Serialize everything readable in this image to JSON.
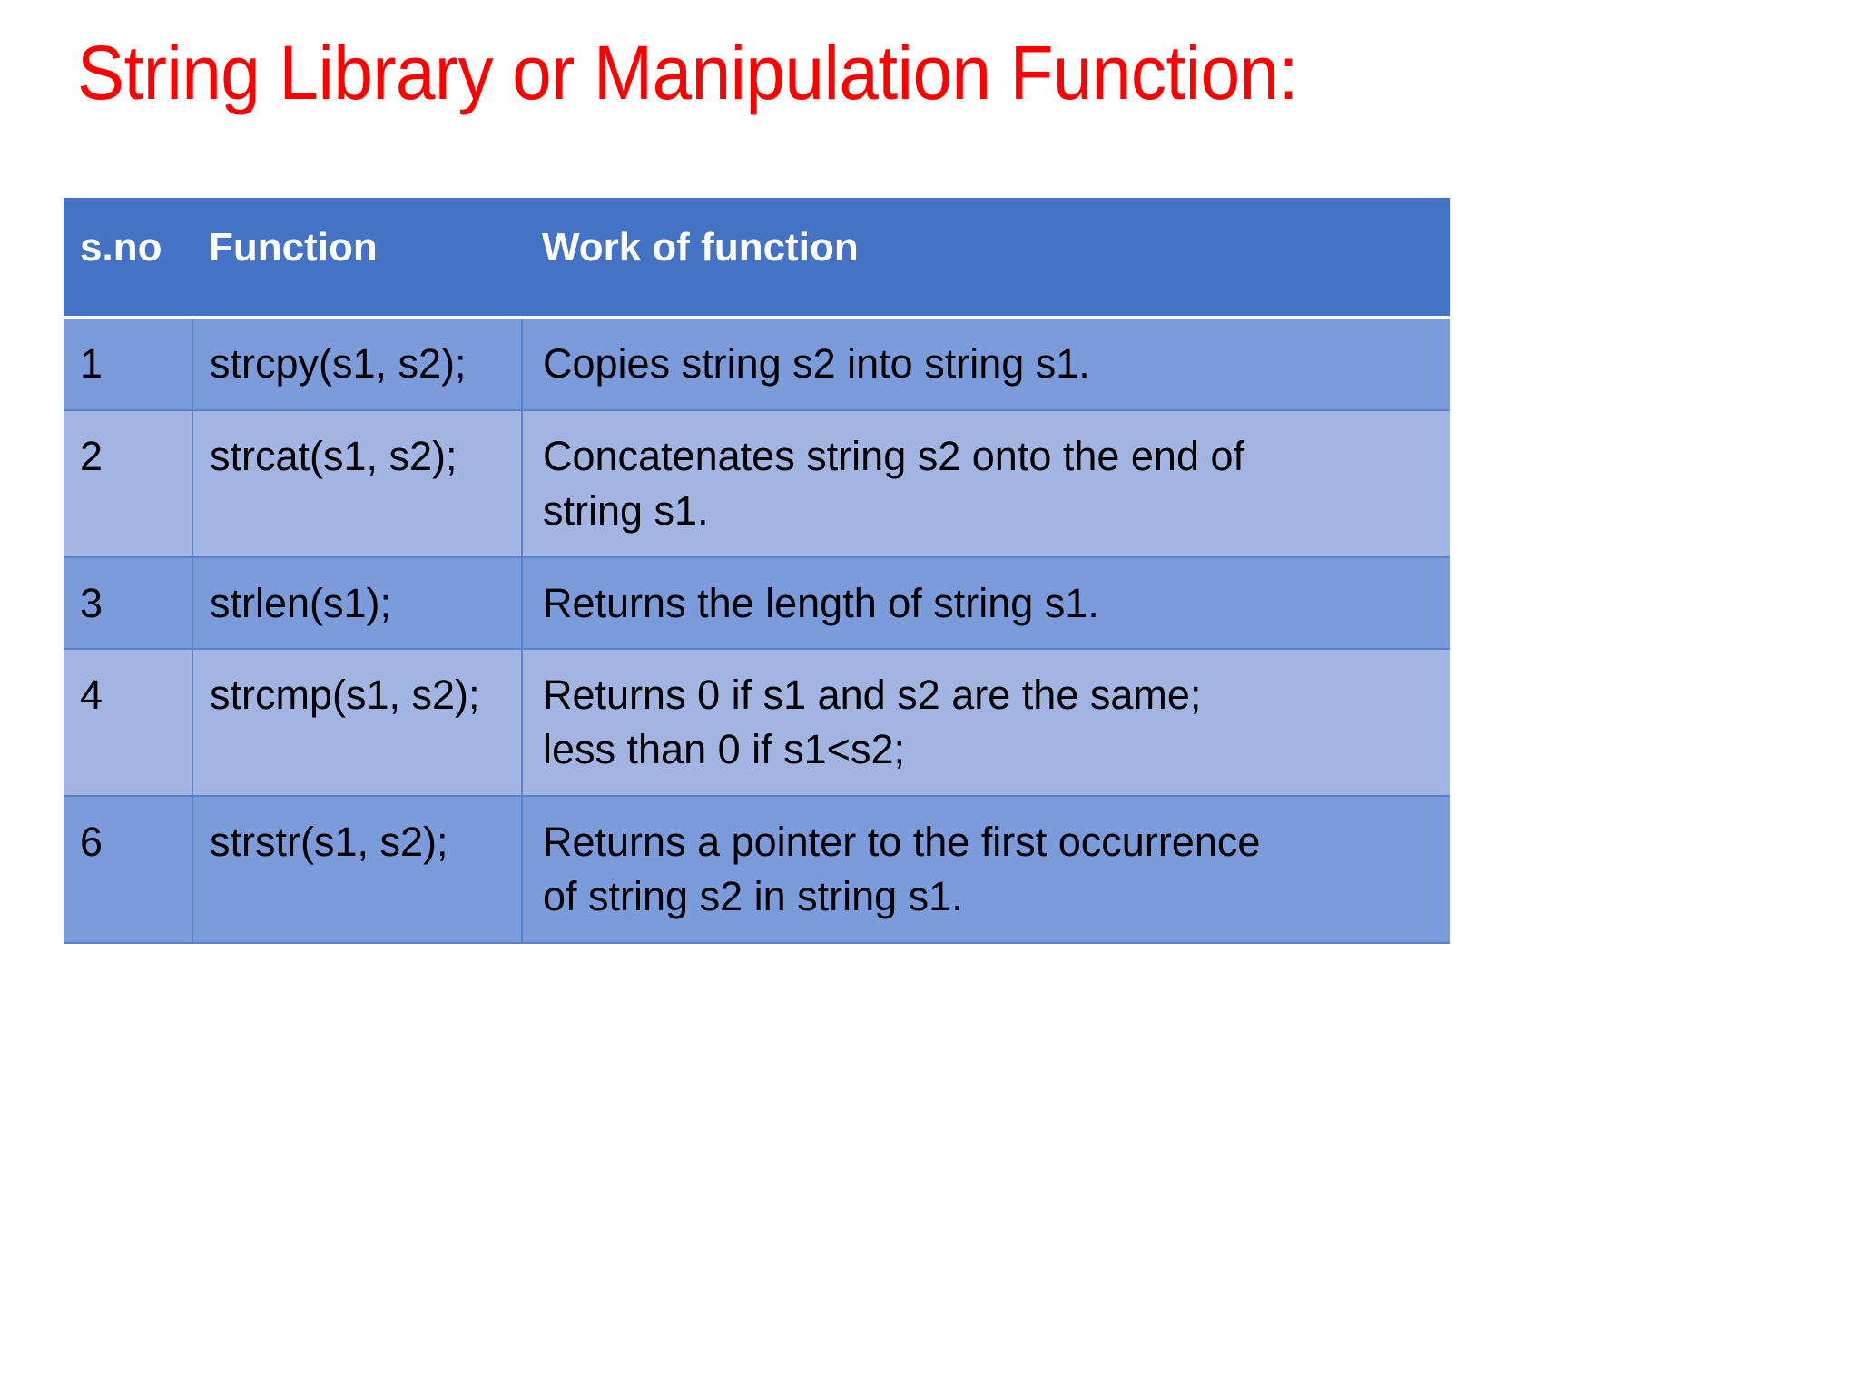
{
  "slide": {
    "title": "String Library or Manipulation Function:",
    "title_color": "#FF0000",
    "background_color": "#FFFFFF"
  },
  "table": {
    "header_bg": "#4472C4",
    "header_text_color": "#FFFFFF",
    "row_bg_odd": "#7B9BDB",
    "row_bg_even": "#A2B4E2",
    "grid_line_color": "#5B82C8",
    "columns": [
      {
        "key": "sno",
        "label": "s.no"
      },
      {
        "key": "fn",
        "label": "Function"
      },
      {
        "key": "work",
        "label": "Work of function"
      }
    ],
    "rows": [
      {
        "sno": "1",
        "fn": "strcpy(s1, s2);",
        "work_lines": [
          "Copies string s2 into string s1."
        ]
      },
      {
        "sno": "2",
        "fn": "strcat(s1, s2);",
        "work_lines": [
          "Concatenates string s2 onto the end of",
          "string s1."
        ]
      },
      {
        "sno": "3",
        "fn": "strlen(s1);",
        "work_lines": [
          "Returns the length of string s1."
        ]
      },
      {
        "sno": "4",
        "fn": "strcmp(s1, s2);",
        "work_lines": [
          "Returns 0 if s1 and s2 are the same;",
          " less than 0 if s1<s2;"
        ]
      },
      {
        "sno": "6",
        "fn": "strstr(s1, s2);",
        "work_lines": [
          "Returns a pointer to the first occurrence",
          "of string s2 in string s1."
        ]
      }
    ]
  }
}
